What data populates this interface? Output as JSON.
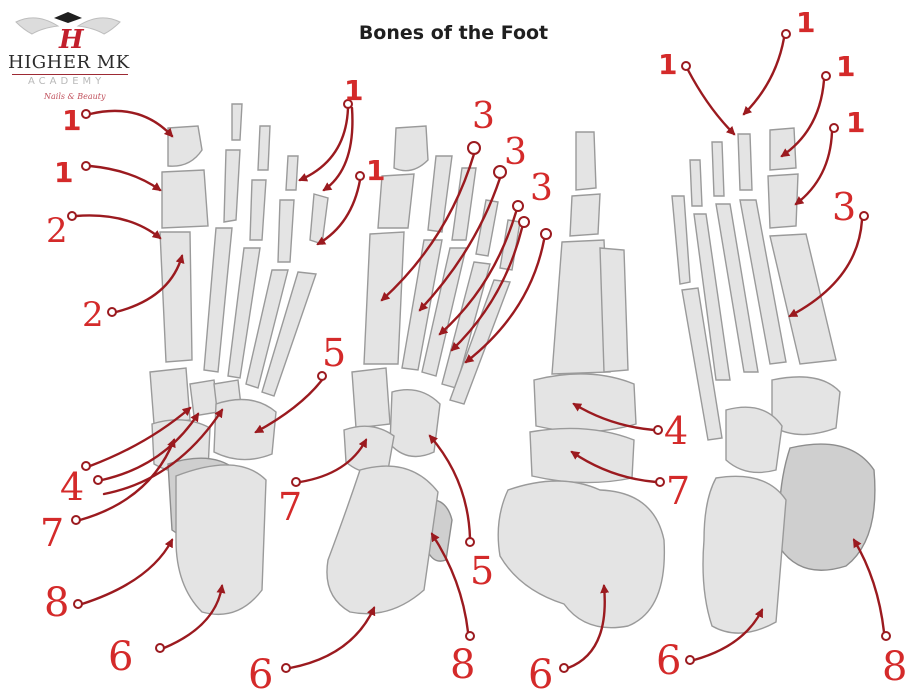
{
  "title": "Bones of the Foot",
  "logo": {
    "letter": "H",
    "name": "HIGHER MK",
    "academy": "ACADEMY",
    "tagline": "Nails & Beauty"
  },
  "colors": {
    "label": "#d42a2a",
    "leader": "#9b1a1f",
    "bone": "#e4e4e4",
    "bone_outline": "#9a9a9a"
  },
  "labels": {
    "v1": [
      "1",
      "1",
      "1",
      "1",
      "2",
      "2",
      "4",
      "7",
      "8",
      "6",
      "5"
    ],
    "v2": [
      "3",
      "3",
      "3",
      "7",
      "5",
      "6",
      "8"
    ],
    "v3": [
      "4",
      "7",
      "6"
    ],
    "v4": [
      "1",
      "1",
      "1",
      "1",
      "3",
      "6",
      "8"
    ]
  }
}
